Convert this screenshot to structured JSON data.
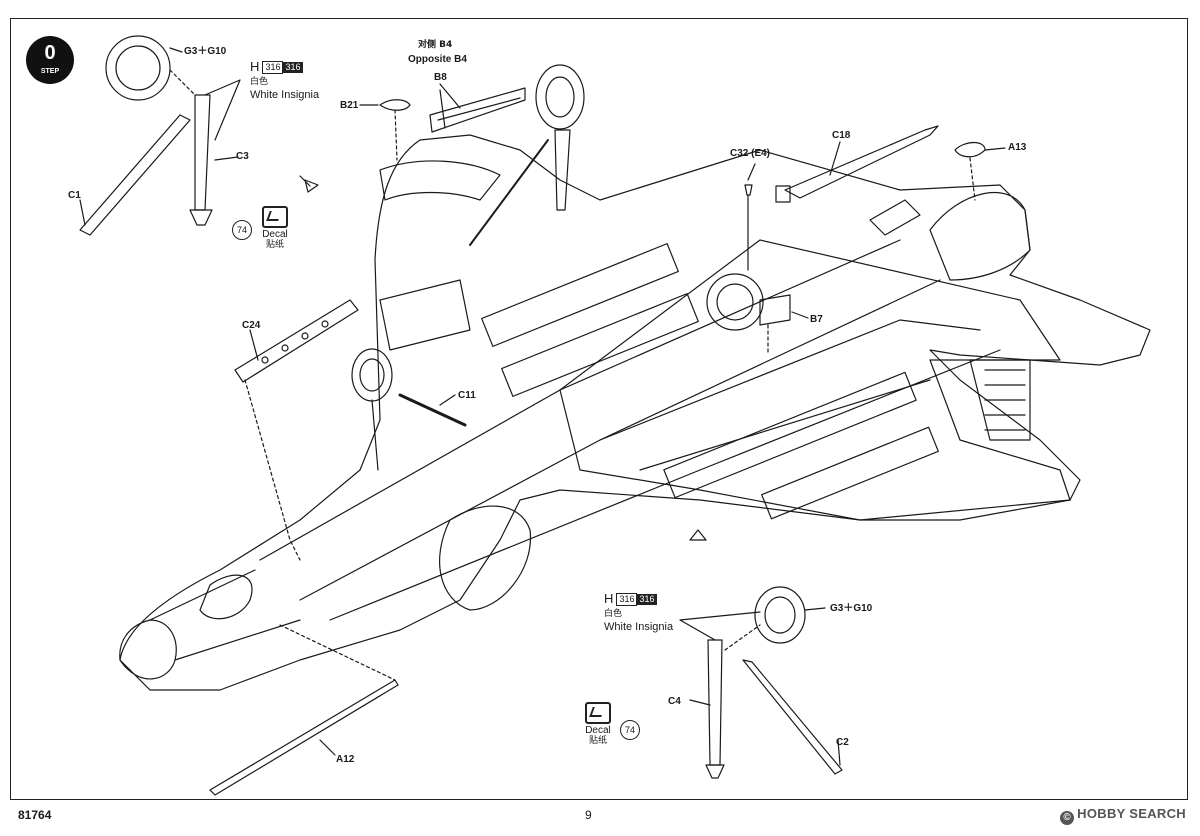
{
  "step": {
    "number": "0",
    "label": "STEP"
  },
  "paint": {
    "prefix": "H",
    "code1": "316",
    "code2": "316",
    "cn": "白色",
    "en": "White Insignia"
  },
  "decal": {
    "en": "Decal",
    "cn": "贴纸"
  },
  "callout_number": "74",
  "parts": {
    "g3g10_top": "G3＋G10",
    "c3": "C3",
    "c1": "C1",
    "opposite_cn": "对侧 B4",
    "opposite_en": "Opposite B4",
    "b8": "B8",
    "b21": "B21",
    "c32": "C32 (E4)",
    "c18": "C18",
    "a13": "A13",
    "b7": "B7",
    "c24": "C24",
    "c11": "C11",
    "g3g10_bottom": "G3＋G10",
    "c4": "C4",
    "c2": "C2",
    "a12": "A12"
  },
  "footer": {
    "kit_number": "81764",
    "page_number": "9"
  },
  "watermark": {
    "mark": "©",
    "text": "HOBBY SEARCH"
  }
}
